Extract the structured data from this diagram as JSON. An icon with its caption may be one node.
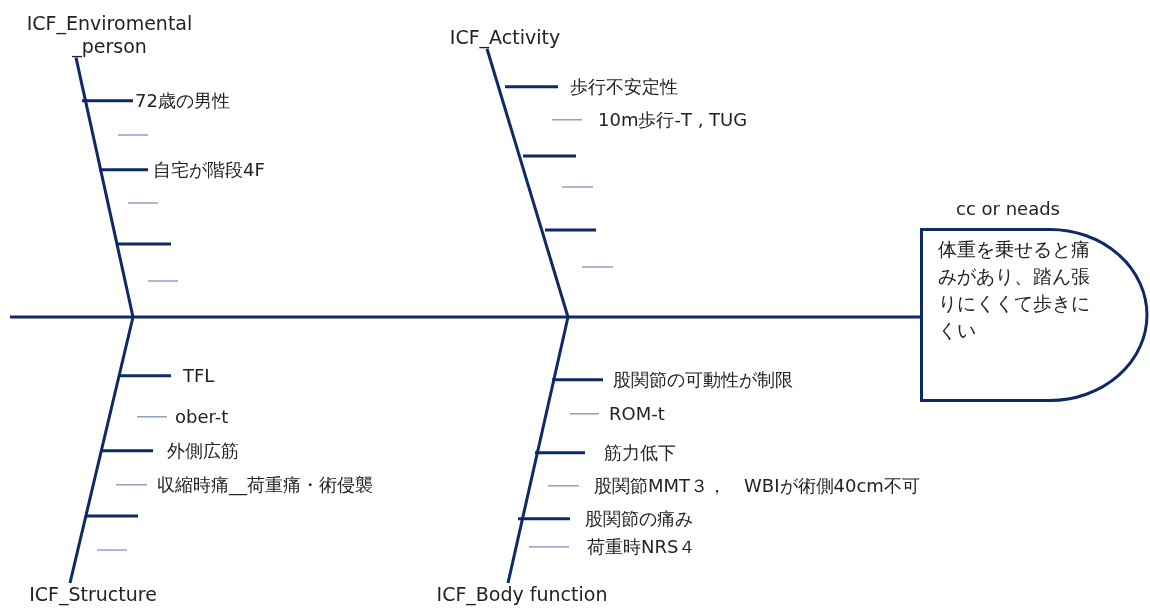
{
  "diagram": {
    "nodes": [
      {
        "text": [
          "ICF_Enviromental _person"
        ]
      },
      {
        "text": [
          "72歳の男性"
        ]
      },
      {
        "text": [
          "自宅が階段4F"
        ]
      },
      {
        "text": [
          "ICF_Activity"
        ]
      },
      {
        "text": [
          "歩行不安定性"
        ]
      },
      {
        "text": [
          "10m歩行-T , TUG"
        ]
      },
      {
        "text": [
          "cc or neads",
          "体重を乗せると痛みがあり、踏ん張りにくくて歩きにくい"
        ]
      },
      {
        "text": [
          "TFL"
        ]
      },
      {
        "text": [
          "ober-t"
        ]
      },
      {
        "text": [
          "外側広筋"
        ]
      },
      {
        "text": [
          "収縮時痛__荷重痛・術侵襲"
        ]
      },
      {
        "text": [
          "股関節の可動性が制限"
        ]
      },
      {
        "text": [
          "ROM-t"
        ]
      },
      {
        "text": [
          "筋力低下"
        ]
      },
      {
        "text": [
          "股関節MMT３，　WBIが術側40cm不可"
        ]
      },
      {
        "text": [
          "股関節の痛み"
        ]
      },
      {
        "text": [
          "荷重時NRS４"
        ]
      },
      {
        "text": [
          "ICF_Structure"
        ]
      },
      {
        "text": [
          "ICF_Body function"
        ]
      }
    ],
    "edges": [
      {
        "from": null,
        "to": 6,
        "arrow": "none"
      },
      {
        "from": 0,
        "to": null,
        "arrow": "none"
      },
      {
        "from": 3,
        "to": null,
        "arrow": "none"
      },
      {
        "from": 17,
        "to": null,
        "arrow": "none"
      },
      {
        "from": 18,
        "to": null,
        "arrow": "none"
      },
      {
        "from": null,
        "to": 1,
        "arrow": "none"
      },
      {
        "from": null,
        "to": 2,
        "arrow": "none"
      },
      {
        "from": null,
        "to": 4,
        "arrow": "none"
      },
      {
        "from": null,
        "to": 5,
        "arrow": "none",
        "color": "#7f91bb"
      },
      {
        "from": null,
        "to": 7,
        "arrow": "none"
      },
      {
        "from": null,
        "to": 8,
        "arrow": "none",
        "color": "#7f91bb"
      },
      {
        "from": null,
        "to": 9,
        "arrow": "none"
      },
      {
        "from": null,
        "to": 10,
        "arrow": "none",
        "color": "#7f91bb"
      },
      {
        "from": null,
        "to": 11,
        "arrow": "none"
      },
      {
        "from": null,
        "to": 12,
        "arrow": "none",
        "color": "#7f91bb"
      },
      {
        "from": null,
        "to": 13,
        "arrow": "none"
      },
      {
        "from": null,
        "to": 14,
        "arrow": "none",
        "color": "#7f91bb"
      },
      {
        "from": null,
        "to": 15,
        "arrow": "none"
      },
      {
        "from": null,
        "to": 16,
        "arrow": "none",
        "color": "#7f91bb"
      }
    ]
  }
}
